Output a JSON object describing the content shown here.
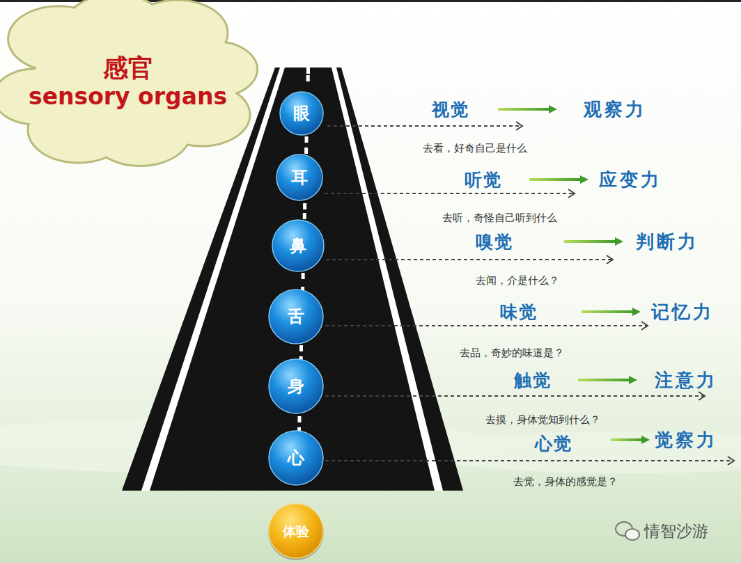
{
  "diagram": {
    "nodes": [
      {
        "text": [
          "感官",
          "sensory organs"
        ]
      },
      {
        "text": [
          "眼"
        ]
      },
      {
        "text": [
          "耳"
        ]
      },
      {
        "text": [
          "鼻"
        ]
      },
      {
        "text": [
          "舌"
        ]
      },
      {
        "text": [
          "身"
        ]
      },
      {
        "text": [
          "心"
        ]
      },
      {
        "text": [
          "体验"
        ]
      }
    ],
    "labels": [
      "视觉",
      "观察力",
      "去看，好奇自己是什么",
      "听觉",
      "应变力",
      "去听，奇怪自己听到什么",
      "嗅觉",
      "判断力",
      "去闻，介是什么？",
      "味觉",
      "记忆力",
      "去品，奇妙的味道是？",
      "触觉",
      "注意力",
      "去摸，身体觉知到什么？",
      "心觉",
      "觉察力",
      "去觉，身体的感觉是？",
      "情智沙游"
    ]
  }
}
